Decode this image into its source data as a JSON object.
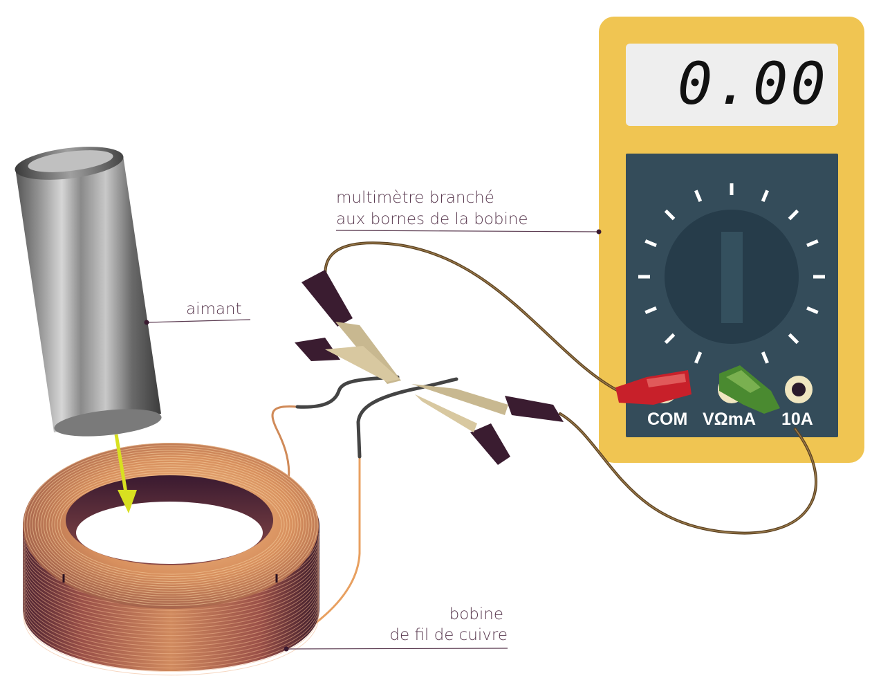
{
  "labels": {
    "magnet": "aimant",
    "multimeter_line1": "multimètre branché",
    "multimeter_line2": "aux bornes de la bobine",
    "coil_line1": "bobine",
    "coil_line2": "de fil de cuivre"
  },
  "multimeter": {
    "display": "0.00",
    "ports": [
      "COM",
      "VΩmA",
      "10A"
    ]
  },
  "colors": {
    "multimeter_body": "#f0c552",
    "multimeter_panel": "#344c5a",
    "dial": "#263c4a",
    "label_text": "#5a3a50",
    "arrow": "#d8e020",
    "copper": "#d08a58",
    "coil_dark": "#4a2838",
    "red_probe": "#c8202a",
    "green_probe": "#4a8a30",
    "clip_handle": "#3a1c30"
  }
}
